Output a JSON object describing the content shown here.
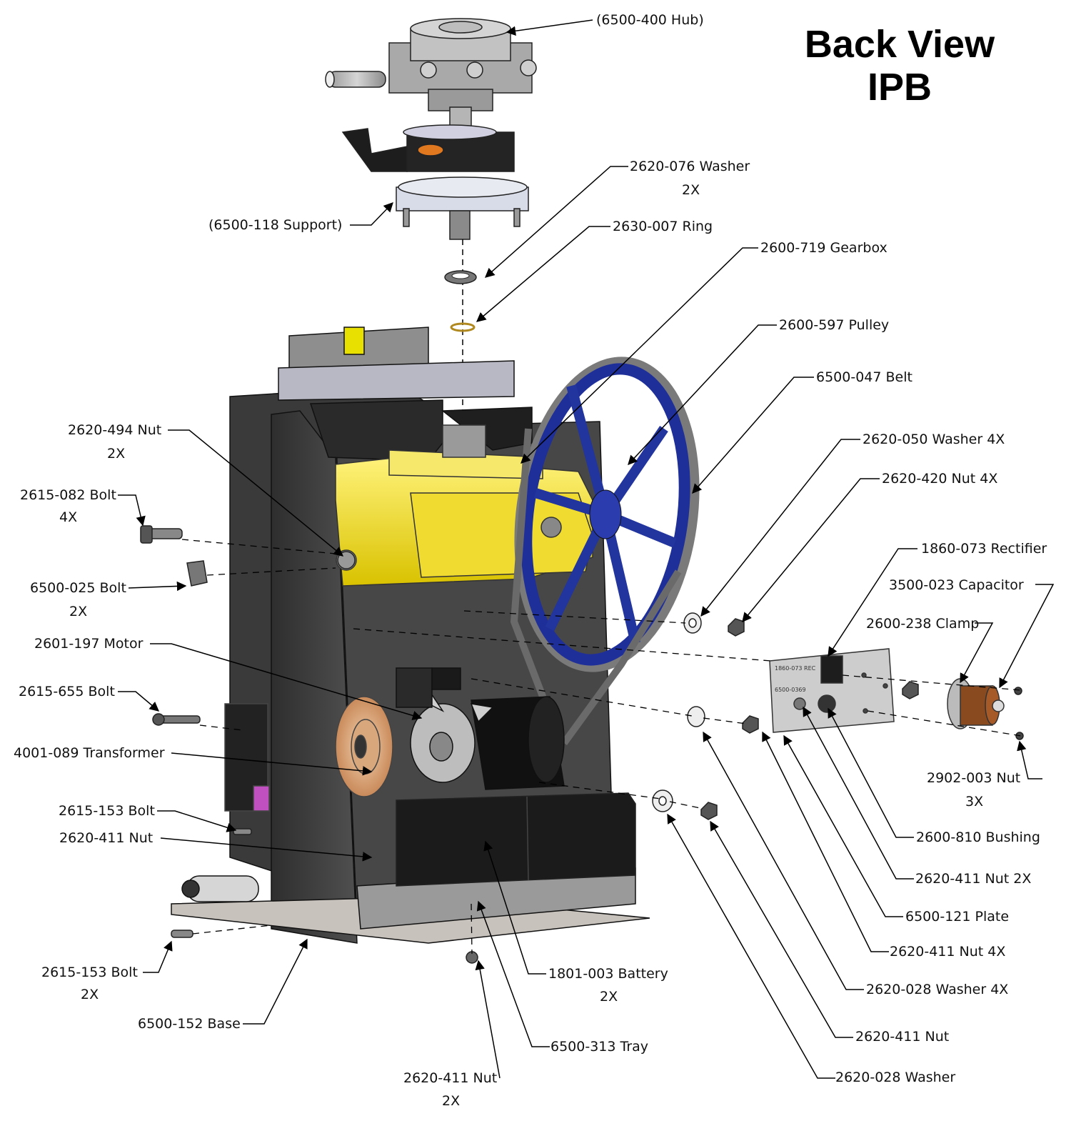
{
  "title": {
    "line1": "Back View",
    "line2": "IPB"
  },
  "callouts": [
    {
      "id": "hub",
      "label": "(6500-400 Hub)",
      "qty": ""
    },
    {
      "id": "washer-076",
      "label": "2620-076 Washer",
      "qty": "2X"
    },
    {
      "id": "support",
      "label": "(6500-118 Support)",
      "qty": ""
    },
    {
      "id": "ring",
      "label": "2630-007 Ring",
      "qty": ""
    },
    {
      "id": "gearbox",
      "label": "2600-719 Gearbox",
      "qty": ""
    },
    {
      "id": "pulley",
      "label": "2600-597 Pulley",
      "qty": ""
    },
    {
      "id": "belt",
      "label": "6500-047 Belt",
      "qty": ""
    },
    {
      "id": "washer-050",
      "label": "2620-050 Washer  4X",
      "qty": ""
    },
    {
      "id": "nut-494",
      "label": "2620-494 Nut",
      "qty": "2X"
    },
    {
      "id": "nut-420",
      "label": "2620-420 Nut  4X",
      "qty": ""
    },
    {
      "id": "bolt-082",
      "label": "2615-082 Bolt",
      "qty": "4X"
    },
    {
      "id": "rectifier",
      "label": "1860-073 Rectifier",
      "qty": ""
    },
    {
      "id": "capacitor",
      "label": "3500-023 Capacitor",
      "qty": ""
    },
    {
      "id": "bolt-025",
      "label": "6500-025 Bolt",
      "qty": "2X"
    },
    {
      "id": "clamp",
      "label": "2600-238 Clamp",
      "qty": ""
    },
    {
      "id": "motor",
      "label": "2601-197 Motor",
      "qty": ""
    },
    {
      "id": "bolt-655",
      "label": "2615-655 Bolt",
      "qty": ""
    },
    {
      "id": "transformer",
      "label": "4001-089 Transformer",
      "qty": ""
    },
    {
      "id": "nut-902",
      "label": "2902-003 Nut",
      "qty": "3X"
    },
    {
      "id": "bolt-153a",
      "label": "2615-153 Bolt",
      "qty": ""
    },
    {
      "id": "nut-411a",
      "label": "2620-411 Nut",
      "qty": ""
    },
    {
      "id": "bushing",
      "label": "2600-810 Bushing",
      "qty": ""
    },
    {
      "id": "nut-411b",
      "label": "2620-411 Nut  2X",
      "qty": ""
    },
    {
      "id": "plate",
      "label": "6500-121 Plate",
      "qty": ""
    },
    {
      "id": "nut-411c",
      "label": "2620-411 Nut  4X",
      "qty": ""
    },
    {
      "id": "bolt-153b",
      "label": "2615-153 Bolt",
      "qty": "2X"
    },
    {
      "id": "battery",
      "label": "1801-003 Battery",
      "qty": "2X"
    },
    {
      "id": "washer-028a",
      "label": "2620-028 Washer  4X",
      "qty": ""
    },
    {
      "id": "base",
      "label": "6500-152 Base",
      "qty": ""
    },
    {
      "id": "nut-411d",
      "label": "2620-411 Nut",
      "qty": ""
    },
    {
      "id": "tray",
      "label": "6500-313 Tray",
      "qty": ""
    },
    {
      "id": "washer-028b",
      "label": "2620-028 Washer",
      "qty": ""
    },
    {
      "id": "nut-411e",
      "label": "2620-411 Nut",
      "qty": "2X"
    }
  ],
  "plate_markings": {
    "line1": "1860-073 REC",
    "line2": "6500-0369"
  }
}
